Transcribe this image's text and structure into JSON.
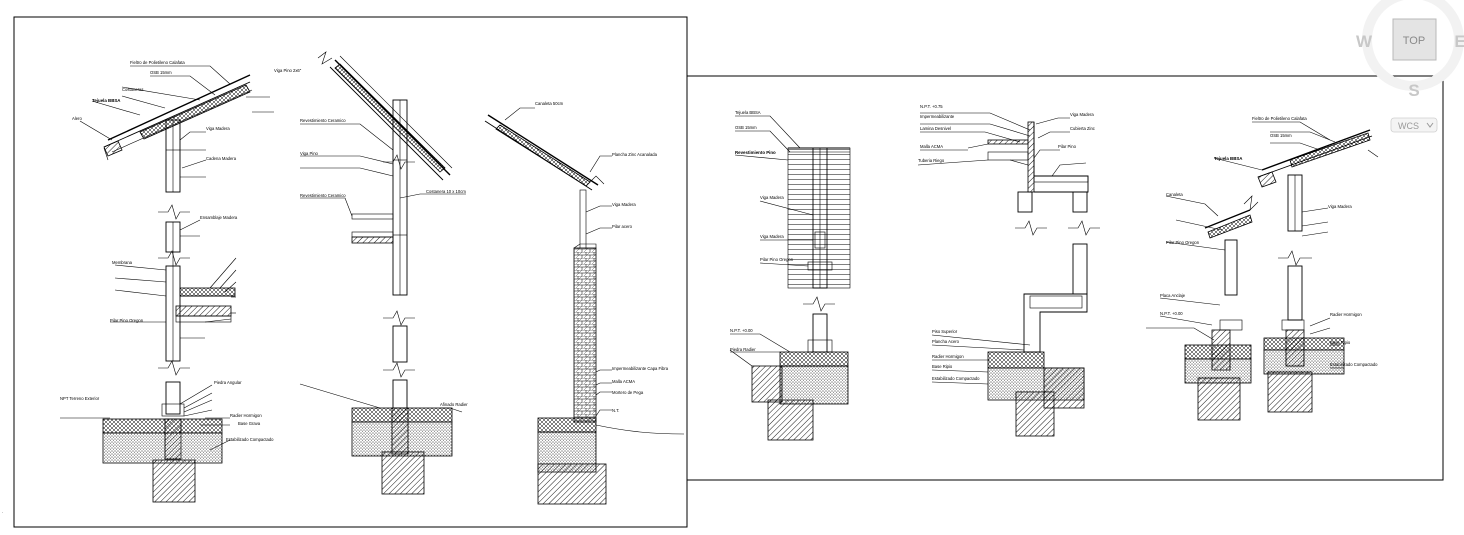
{
  "nav_cube": {
    "top": "TOP",
    "west": "W",
    "east": "E",
    "south": "S",
    "ucs": "WCS"
  },
  "sheet_left": {
    "detail_a": {
      "roof_slope": "Viga Pino 2x6\"",
      "labels": [
        "Fieltro de Polietileno Calafata",
        "OSB 15mm",
        "Costaneras",
        "Tejuela BBSA",
        "Alero",
        "Viga Madera",
        "Cadena Madera",
        "Ensamblaje Madera",
        "Membrana",
        "Pilar Pino Oregon",
        "NPT Terreno Exterior",
        "Piedra Angular",
        "Radier Hormigon",
        "Base Grava",
        "Estabilizado Compactado"
      ]
    },
    "detail_b": {
      "labels": [
        "Revestimiento Ceramico",
        "Viga Pino",
        "Revestimiento Ceramico",
        "Costanera 10 x 10cm",
        "Afinado Radier"
      ]
    },
    "detail_c": {
      "labels": [
        "Canaleta 50cm",
        "Plancha Zinc Acanalada",
        "Viga Madera",
        "Pilar acero",
        "Impermeabilizante Capa Fibra",
        "Malla ACMA",
        "Mortero de Pega",
        "N.T."
      ]
    }
  },
  "sheet_right": {
    "detail_d": {
      "labels": [
        "Tejuela BBSA",
        "OSB 15mm",
        "Revestimiento Pino",
        "Viga Madera",
        "Viga Madera",
        "Pilar Pino Oregon",
        "N.P.T. +0.00",
        "Piedra Radier"
      ]
    },
    "detail_e": {
      "labels": [
        "N.P.T. +0.75",
        "Impermeabilizante",
        "Lamina Desnivel",
        "Malla ACMA",
        "Tuberia Riego",
        "Viga Madera",
        "Cubierta Zinc",
        "Pilar Pino",
        "Piso Superior",
        "Plancha Acero",
        "Radier Hormigon",
        "Base Ripio",
        "Estabilizado Compactado"
      ]
    },
    "detail_f": {
      "labels": [
        "Fieltro de Polietileno Calafata",
        "OSB 15mm",
        "Tejuela BBSA",
        "Canaleta",
        "Viga Madera",
        "Pilar Pino Oregon",
        "Placa Anclaje",
        "N.P.T. +0.00",
        "Radier Hormigon",
        "Base Ripio",
        "Estabilizado Compactado"
      ]
    }
  }
}
